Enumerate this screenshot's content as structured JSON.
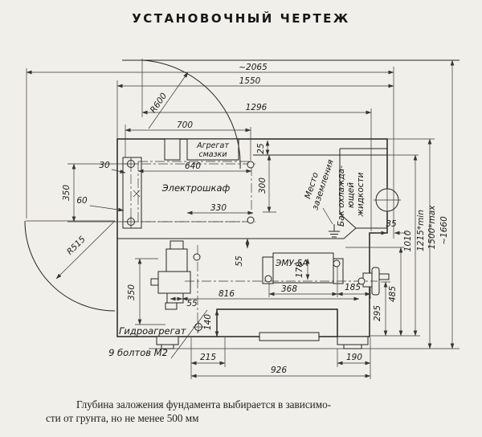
{
  "title": "УСТАНОВОЧНЫЙ  ЧЕРТЕЖ",
  "caption": {
    "line1": "Глубина заложения  фундамента выбирается в зависимо-",
    "line2": "сти от грунта, но не менее 500 мм"
  },
  "labels": {
    "lubrication_line1": "Агрегат",
    "lubrication_line2": "смазки",
    "cabinet": "Электрошкаф",
    "grounding_line1": "Место",
    "grounding_line2": "заземления",
    "tank_line1": "Бак охлажда-",
    "tank_line2": "ющей",
    "tank_line3": "жидкости",
    "amplifier": "ЭМУ-5А",
    "hydraulic": "Гидроагрегат",
    "bolts_note": "9 болтов М2"
  },
  "dims": {
    "w2065": "~2065",
    "w1550": "1550",
    "w1296": "1296",
    "w700": "700",
    "w640": "640",
    "w330": "330",
    "w368": "368",
    "w185": "185",
    "w816": "816",
    "w55a": "55",
    "w926": "926",
    "w215": "215",
    "w190": "190",
    "w30": "30",
    "w60": "60",
    "w35": "35",
    "h350_left": "350",
    "h25": "25",
    "h300": "300",
    "h55b": "55",
    "h178": "178",
    "h350_hydro": "350",
    "h140": "140",
    "h295": "295",
    "h485": "485",
    "h1010": "1010",
    "h1215": "1215*min",
    "h1500": "1500*max",
    "h1660": "~1660",
    "r600": "R600",
    "r515": "R515"
  },
  "colors": {
    "paper": "#f1efe9",
    "ink": "#242424"
  }
}
